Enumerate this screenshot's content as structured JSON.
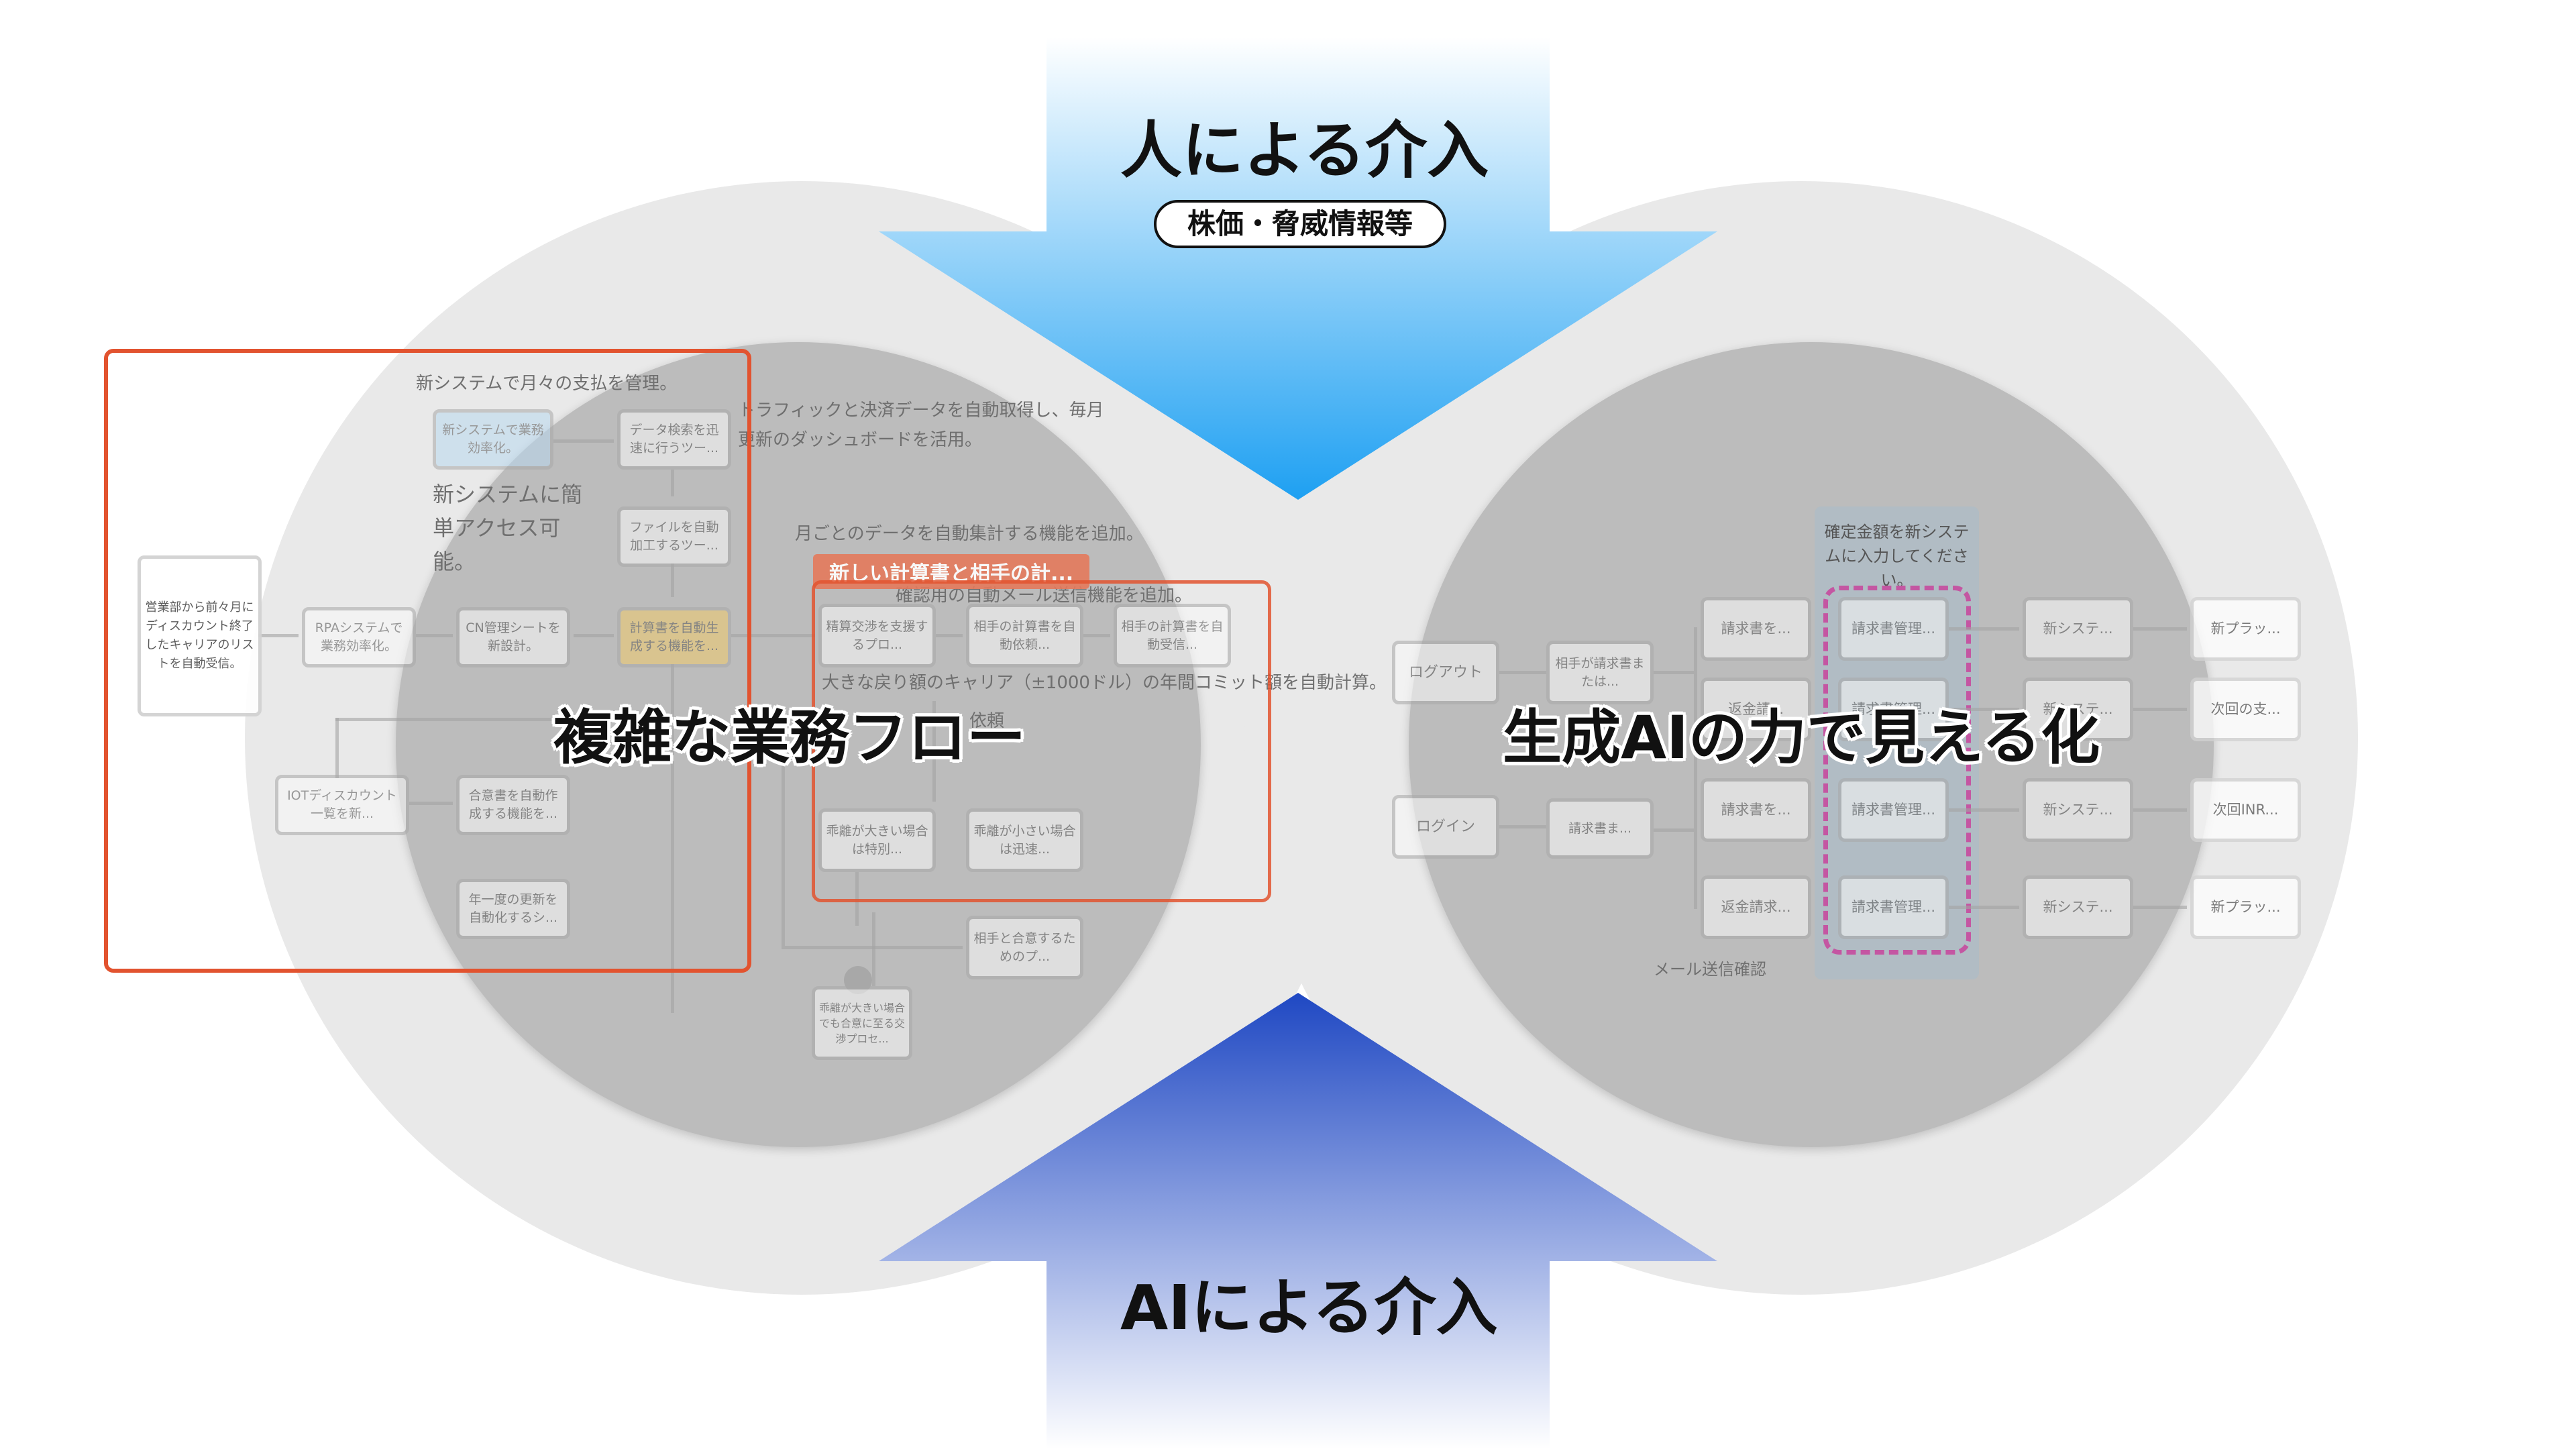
{
  "headlines": {
    "left": "複雑な業務フロー",
    "right": "生成AIの力で見える化"
  },
  "arrow_top": {
    "title": "人による介入",
    "pill": "株価・脅威情報等",
    "color_top": "#ffffff",
    "color_bottom": "#1ea0f2"
  },
  "arrow_bottom": {
    "title": "AIによる介入",
    "color_tip": "#1f48c3",
    "color_fade": "#ffffff"
  },
  "left_flow": {
    "notes": {
      "n1": "新システムで月々の支払を管理。",
      "n2": "トラフィックと決済データを自動取得し、毎月",
      "n2b": "更新のダッシュボードを活用。",
      "n3a": "新システムに簡",
      "n3b": "単アクセス可",
      "n3c": "能。",
      "n4": "月ごとのデータを自動集計する機能を追加。",
      "n5": "確認用の自動メール送信機能を追加。",
      "n6": "大きな戻り額のキャリア（±1000ドル）の年間コミット額を自動計算。",
      "n7": "依頼"
    },
    "red_title": "新しい計算書と相手の計...",
    "nodes": {
      "start": "営業部から前々月にディスカウント終了したキャリアのリストを自動受信。",
      "rpa": "RPAシステムで業務効率化。",
      "cn": "CN管理シートを新設計。",
      "gen_calc": "計算書を自動生成する機能を...",
      "new_sys": "新システムで業務効率化。",
      "data_search": "データ検索を迅速に行うツー...",
      "file_proc": "ファイルを自動加工するツー...",
      "iot": "IOTディスカウント一覧を新...",
      "agreement": "合意書を自動作成する機能を...",
      "yearly": "年一度の更新を自動化するシ...",
      "settle": "精算交渉を支援するプロ...",
      "partner_req": "相手の計算書を自動依頼...",
      "partner_recv": "相手の計算書を自動受信...",
      "div_large": "乖離が大きい場合は特別...",
      "div_small": "乖離が小さい場合は迅速...",
      "agree_with": "相手と合意するためのプ...",
      "bottom": "乖離が大きい場合でも合意に至る交渉プロセ..."
    }
  },
  "right_flow": {
    "panel_note": "確定金額を新システムに入力してください。",
    "mail_note": "メール送信確認",
    "nodes": {
      "logout": "ログアウト",
      "login": "ログイン",
      "partner_req": "相手が請求書または...",
      "invoice_b": "請求書ま...",
      "r1c1": "請求書を...",
      "r2c1": "返金請...",
      "r3c1": "請求書を...",
      "r4c1": "返金請求...",
      "r1c2": "請求書管理...",
      "r2c2": "請求書管理...",
      "r3c2": "請求書管理...",
      "r4c2": "請求書管理...",
      "r1c3": "新システ...",
      "r2c3": "新システ...",
      "r3c3": "新システ...",
      "r4c3": "新システ...",
      "r1c4": "新プラッ...",
      "r2c4": "次回の支...",
      "r3c4": "次回INR...",
      "r4c4": "新プラッ..."
    }
  }
}
